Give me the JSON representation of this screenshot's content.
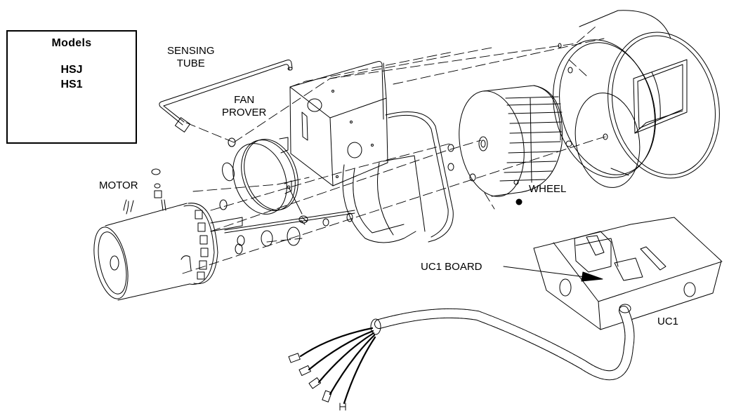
{
  "models_box": {
    "title": "Models",
    "models": [
      "HSJ",
      "HS1"
    ]
  },
  "callouts": {
    "sensing_tube": [
      "SENSING",
      "TUBE"
    ],
    "fan_prover": [
      "FAN",
      "PROVER"
    ],
    "motor": "MOTOR",
    "wheel": "WHEEL",
    "uc1_board": "UC1 BOARD",
    "uc1": "UC1"
  },
  "colors": {
    "line": "#000000",
    "background": "#ffffff"
  }
}
